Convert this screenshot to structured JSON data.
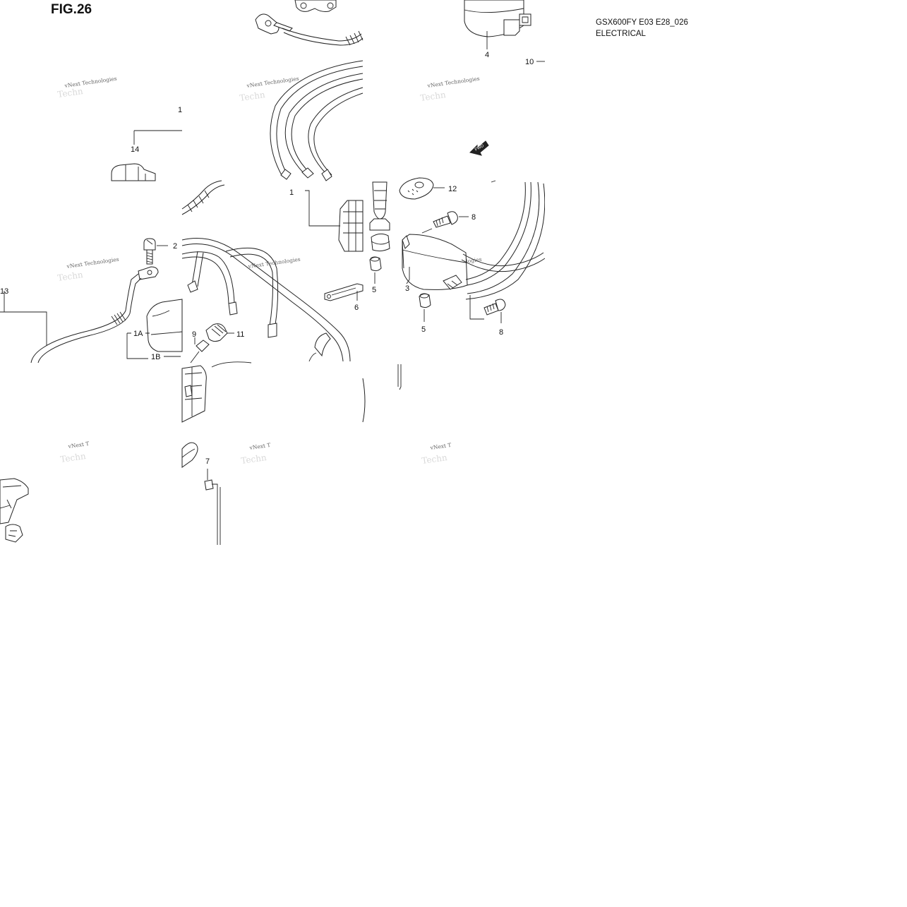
{
  "figure": {
    "title": "FIG.26",
    "model_code": "GSX600FY E03 E28_026",
    "section": "ELECTRICAL"
  },
  "watermark": {
    "text": "vNext Technologies",
    "fragment": "vNext T",
    "ghost": "Techn"
  },
  "fwd_label": "FWD",
  "callouts": {
    "c1_top": "1",
    "c1_mid": "1",
    "c1A": "1A",
    "c1B": "1B",
    "c2": "2",
    "c3": "3",
    "c4": "4",
    "c5a": "5",
    "c5b": "5",
    "c6": "6",
    "c7": "7",
    "c8a": "8",
    "c8b": "8",
    "c9": "9",
    "c10": "10",
    "c11": "11",
    "c12": "12",
    "c13": "13",
    "c14": "14"
  }
}
